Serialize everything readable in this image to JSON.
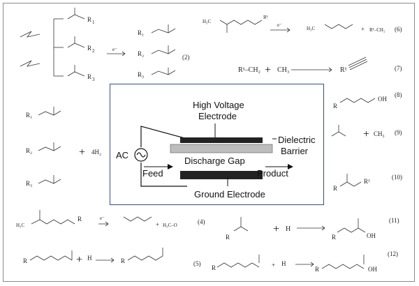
{
  "reactions": {
    "r1": {
      "groups": [
        "R",
        "1",
        "R",
        "2",
        "R",
        "3"
      ],
      "electron": "e⁻"
    },
    "r2": {
      "products": [
        "R₁",
        "R₂",
        "R₃"
      ],
      "number": "(2)"
    },
    "r6": {
      "reactant": "H₃C",
      "sub": "R¹",
      "electron": "e⁻",
      "product_left": "H₃C",
      "product_right": "R¹–CH₂",
      "number": "(6)"
    },
    "r7": {
      "lhs1": "R¹–CH₂",
      "plus": "+",
      "lhs2": "CH₃",
      "product": "R¹",
      "number": "(7)"
    },
    "r8": {
      "group": "R",
      "oh": "OH",
      "number": "(8)"
    },
    "r9": {
      "plus": "+",
      "radical": "CH₃",
      "number": "(9)"
    },
    "r3": {
      "items": [
        "R₁",
        "R₂",
        "R₃"
      ],
      "plus": "+",
      "h2": "4H₂"
    },
    "r10": {
      "r": "R",
      "r1": "R¹",
      "number": "(10)"
    },
    "r4": {
      "lhs": "H₃C",
      "group": "R",
      "electron": "e⁻",
      "product": "H₃C–O",
      "number": "(4)"
    },
    "r11": {
      "lhs": "R",
      "plus": "+",
      "h": "H",
      "product_r": "R",
      "product_oh": "OH",
      "number": "(11)"
    },
    "r5": {
      "r": "R",
      "plus": "+",
      "h": "H",
      "product_r": "R",
      "number": "(5)"
    },
    "r12": {
      "r": "R",
      "plus": "+",
      "h": "H",
      "product_r": "R",
      "product_oh": "OH",
      "number": "(12)"
    }
  },
  "inset": {
    "high_voltage": "High Voltage",
    "electrode": "Electrode",
    "dielectric": "Dielectric",
    "barrier": "Barrier",
    "ac": "AC",
    "discharge_gap": "Discharge Gap",
    "feed": "Feed",
    "product": "Product",
    "ground_electrode": "Ground Electrode"
  },
  "colors": {
    "frame": "#8a8a8a",
    "inset_border": "#3a4a8a",
    "electrode": "#222222",
    "dielectric": "#bdbdbd"
  }
}
